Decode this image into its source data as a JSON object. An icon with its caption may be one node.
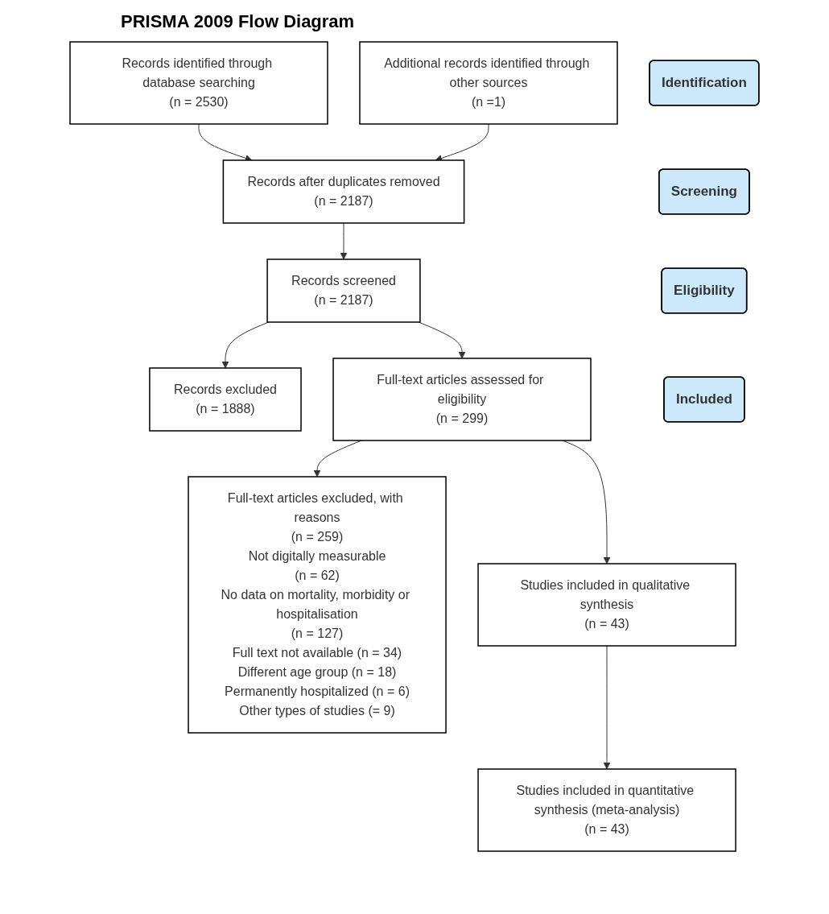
{
  "diagram": {
    "title": "PRISMA 2009 Flow Diagram",
    "nodes": [
      {
        "text": [
          "Identification"
        ]
      },
      {
        "text": [
          "Records identified through database searching",
          "(n = 2530)"
        ]
      },
      {
        "text": [
          "Additional records identified through other sources",
          "(n =1)"
        ]
      },
      {
        "text": [
          "Records after duplicates removed",
          "(n = 2187)"
        ]
      },
      {
        "text": [
          "Screening"
        ]
      },
      {
        "text": [
          "Records screened",
          "(n = 2187)"
        ]
      },
      {
        "text": [
          "Records excluded",
          "(n = 1888)"
        ]
      },
      {
        "text": [
          "Eligibility"
        ]
      },
      {
        "text": [
          "Full-text articles assessed for eligibility",
          "(n = 299)"
        ]
      },
      {
        "text": [
          "Full-text articles excluded, with reasons",
          "(n = 259)",
          "Not digitally measurable",
          "(n = 62)",
          "No data on mortality, morbidity or hospitalisation",
          "(n = 127)",
          "Full text not available (n = 34)",
          "Different age group (n = 18)",
          "Permanently hospitalized (n = 6)",
          "Other types of studies (= 9)"
        ]
      },
      {
        "text": [
          "Studies included in qualitative synthesis",
          "(n = 43)"
        ]
      },
      {
        "text": [
          "Included"
        ]
      },
      {
        "text": [
          "Studies included in quantitative synthesis (meta-analysis)",
          "(n = 43)"
        ]
      }
    ],
    "edges": [
      {
        "from": 1,
        "to": 3,
        "arrow": "to"
      },
      {
        "from": 2,
        "to": 3,
        "arrow": "to"
      },
      {
        "from": 3,
        "to": 5,
        "arrow": "to"
      },
      {
        "from": 5,
        "to": 6,
        "arrow": "to"
      },
      {
        "from": 5,
        "to": 8,
        "arrow": "to"
      },
      {
        "from": 8,
        "to": 9,
        "arrow": "to"
      },
      {
        "from": 8,
        "to": 10,
        "arrow": "to"
      },
      {
        "from": 10,
        "to": 12,
        "arrow": "to"
      }
    ]
  }
}
